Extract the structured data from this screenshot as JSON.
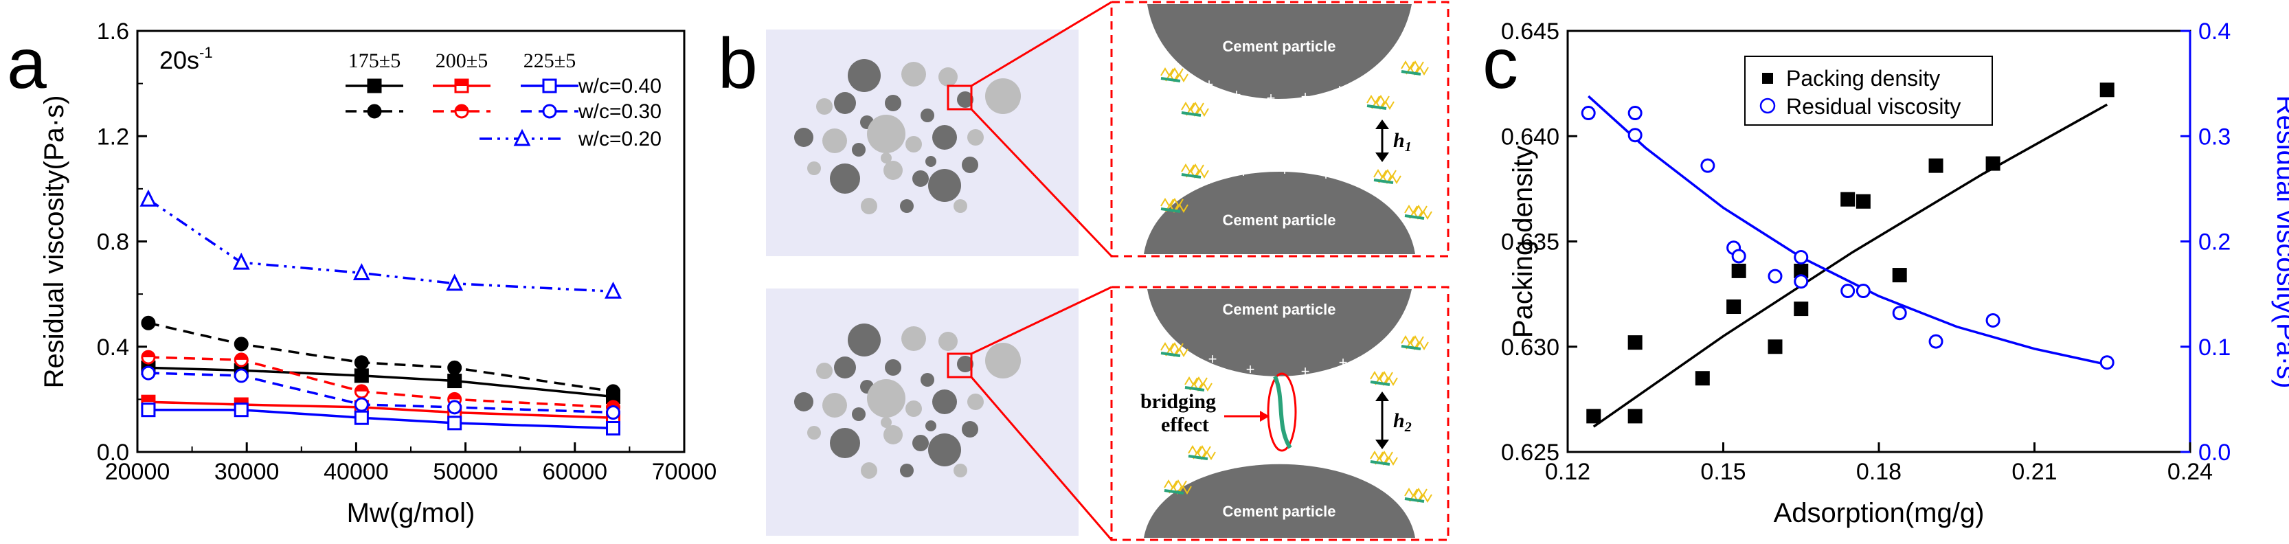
{
  "panels": {
    "a": {
      "letter": "a",
      "shear_label": "20s",
      "shear_sup": "-1",
      "legend": {
        "col_headers": [
          "175±5",
          "200±5",
          "225±5"
        ],
        "row_labels": [
          "w/c=0.40",
          "w/c=0.30",
          "w/c=0.20"
        ]
      }
    },
    "b": {
      "letter": "b",
      "cement_particle": "Cement particle",
      "bridging": "bridging",
      "effect": "effect",
      "h1": "h",
      "h1_sub": "1",
      "h2": "h",
      "h2_sub": "2"
    },
    "c": {
      "letter": "c",
      "legend": [
        "Packing density",
        "Residual viscosity"
      ]
    }
  },
  "colors": {
    "black": "#000000",
    "red": "#ff0000",
    "blue": "#0000ff",
    "panel_bg": "#e9e9f7",
    "particle_dark": "#6e6e6e",
    "particle_light": "#bdbdbd",
    "polymer": "#f0c419",
    "polymer_green": "#2aa37a"
  },
  "chart_data": [
    {
      "type": "line",
      "panel": "a",
      "xlabel": "Mw(g/mol)",
      "ylabel": "Residual viscosity(Pa·s)",
      "xlim": [
        20000,
        70000
      ],
      "ylim": [
        0.0,
        1.6
      ],
      "xticks": [
        20000,
        30000,
        40000,
        50000,
        60000,
        70000
      ],
      "yticks": [
        0.0,
        0.4,
        0.8,
        1.2,
        1.6
      ],
      "xtick_labels": [
        "20000",
        "30000",
        "40000",
        "50000",
        "60000",
        "70000"
      ],
      "ytick_labels": [
        "0.0",
        "0.4",
        "0.8",
        "1.2",
        "1.6"
      ],
      "x": [
        21000,
        29500,
        40500,
        49000,
        63500
      ],
      "series": [
        {
          "name": "175±5 w/c=0.40",
          "color": "#000000",
          "marker": "square-filled",
          "dash": "solid",
          "values": [
            0.32,
            0.31,
            0.29,
            0.27,
            0.21
          ]
        },
        {
          "name": "200±5 w/c=0.40",
          "color": "#ff0000",
          "marker": "square-half",
          "dash": "solid",
          "values": [
            0.19,
            0.18,
            0.17,
            0.15,
            0.13
          ]
        },
        {
          "name": "225±5 w/c=0.40",
          "color": "#0000ff",
          "marker": "square-open",
          "dash": "solid",
          "values": [
            0.16,
            0.16,
            0.13,
            0.11,
            0.09
          ]
        },
        {
          "name": "175±5 w/c=0.30",
          "color": "#000000",
          "marker": "circle-filled",
          "dash": "dash",
          "values": [
            0.49,
            0.41,
            0.34,
            0.32,
            0.23
          ]
        },
        {
          "name": "200±5 w/c=0.30",
          "color": "#ff0000",
          "marker": "circle-half",
          "dash": "dash",
          "values": [
            0.36,
            0.35,
            0.23,
            0.2,
            0.17
          ]
        },
        {
          "name": "225±5 w/c=0.30",
          "color": "#0000ff",
          "marker": "circle-open",
          "dash": "dash",
          "values": [
            0.3,
            0.29,
            0.18,
            0.17,
            0.15
          ]
        },
        {
          "name": "225±5 w/c=0.20",
          "color": "#0000ff",
          "marker": "triangle-open",
          "dash": "dashdot",
          "values": [
            0.96,
            0.72,
            0.68,
            0.64,
            0.61
          ]
        }
      ]
    },
    {
      "type": "scatter",
      "panel": "c",
      "xlabel": "Adsorption(mg/g)",
      "ylabel": "Packing density",
      "y2label": "Residual viscosity(Pa·s)",
      "xlim": [
        0.12,
        0.24
      ],
      "ylim": [
        0.625,
        0.645
      ],
      "y2lim": [
        0.0,
        0.4
      ],
      "xticks": [
        0.12,
        0.15,
        0.18,
        0.21,
        0.24
      ],
      "xtick_labels": [
        "0.12",
        "0.15",
        "0.18",
        "0.21",
        "0.24"
      ],
      "yticks": [
        0.625,
        0.63,
        0.635,
        0.64,
        0.645
      ],
      "ytick_labels": [
        "0.625",
        "0.630",
        "0.635",
        "0.640",
        "0.645"
      ],
      "y2ticks": [
        0.0,
        0.1,
        0.2,
        0.3,
        0.4
      ],
      "y2tick_labels": [
        "0.0",
        "0.1",
        "0.2",
        "0.3",
        "0.4"
      ],
      "series": [
        {
          "name": "Packing density",
          "axis": "left",
          "color": "#000000",
          "marker": "square-filled",
          "points": [
            [
              0.125,
              0.6267
            ],
            [
              0.133,
              0.6267
            ],
            [
              0.133,
              0.6302
            ],
            [
              0.146,
              0.6285
            ],
            [
              0.152,
              0.6319
            ],
            [
              0.153,
              0.6336
            ],
            [
              0.16,
              0.63
            ],
            [
              0.165,
              0.6318
            ],
            [
              0.165,
              0.6336
            ],
            [
              0.174,
              0.637
            ],
            [
              0.177,
              0.6369
            ],
            [
              0.184,
              0.6334
            ],
            [
              0.191,
              0.6386
            ],
            [
              0.202,
              0.6387
            ],
            [
              0.224,
              0.6422
            ]
          ],
          "fit": [
            [
              0.125,
              0.6262
            ],
            [
              0.15,
              0.6305
            ],
            [
              0.175,
              0.6345
            ],
            [
              0.2,
              0.6382
            ],
            [
              0.224,
              0.6415
            ]
          ]
        },
        {
          "name": "Residual viscosity",
          "axis": "right",
          "color": "#0000ff",
          "marker": "circle-open",
          "points": [
            [
              0.124,
              0.322
            ],
            [
              0.133,
              0.322
            ],
            [
              0.133,
              0.301
            ],
            [
              0.147,
              0.272
            ],
            [
              0.152,
              0.194
            ],
            [
              0.153,
              0.186
            ],
            [
              0.16,
              0.167
            ],
            [
              0.165,
              0.185
            ],
            [
              0.165,
              0.162
            ],
            [
              0.174,
              0.153
            ],
            [
              0.177,
              0.153
            ],
            [
              0.184,
              0.132
            ],
            [
              0.191,
              0.105
            ],
            [
              0.202,
              0.125
            ],
            [
              0.224,
              0.085
            ]
          ],
          "fit": [
            [
              0.124,
              0.338
            ],
            [
              0.135,
              0.289
            ],
            [
              0.15,
              0.232
            ],
            [
              0.165,
              0.185
            ],
            [
              0.18,
              0.148
            ],
            [
              0.195,
              0.119
            ],
            [
              0.21,
              0.098
            ],
            [
              0.224,
              0.083
            ]
          ]
        }
      ]
    }
  ]
}
